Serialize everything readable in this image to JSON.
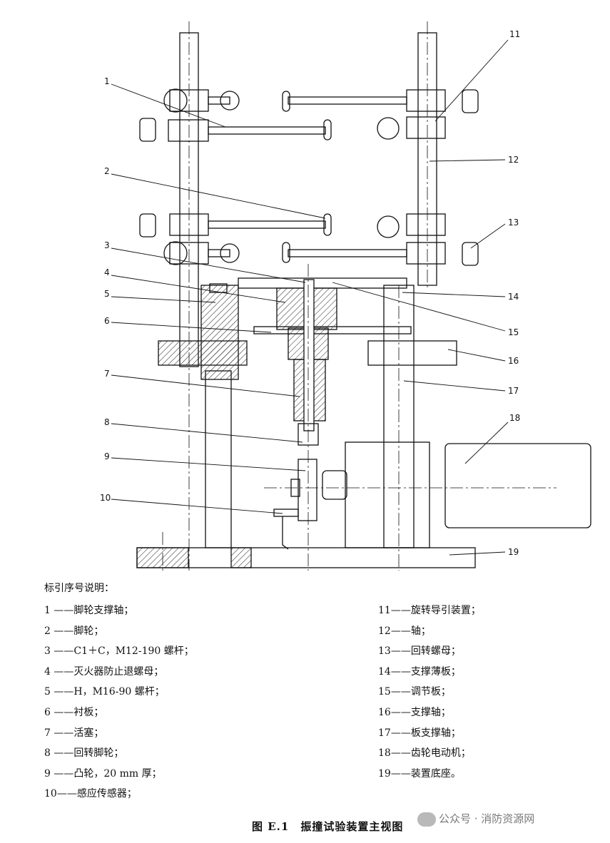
{
  "callouts": [
    {
      "num": "1"
    },
    {
      "num": "2"
    },
    {
      "num": "3"
    },
    {
      "num": "4"
    },
    {
      "num": "5"
    },
    {
      "num": "6"
    },
    {
      "num": "7"
    },
    {
      "num": "8"
    },
    {
      "num": "9"
    },
    {
      "num": "10"
    },
    {
      "num": "11"
    },
    {
      "num": "12"
    },
    {
      "num": "13"
    },
    {
      "num": "14"
    },
    {
      "num": "15"
    },
    {
      "num": "16"
    },
    {
      "num": "17"
    },
    {
      "num": "18"
    },
    {
      "num": "19"
    }
  ],
  "legend": {
    "title": "标引序号说明：",
    "items_left": [
      {
        "text": "1 ——脚轮支撑轴；"
      },
      {
        "text": "2 ——脚轮；"
      },
      {
        "text": "3 ——C1＋C，M12-190 螺杆；"
      },
      {
        "text": "4 ——灭火器防止退螺母；"
      },
      {
        "text": "5 ——H，M16-90 螺杆；"
      },
      {
        "text": "6 ——衬板；"
      },
      {
        "text": "7 ——活塞；"
      },
      {
        "text": "8 ——回转脚轮；"
      },
      {
        "text": "9 ——凸轮，20 mm 厚；"
      },
      {
        "text": "10——感应传感器；"
      }
    ],
    "items_right": [
      {
        "text": "11——旋转导引装置；"
      },
      {
        "text": "12——轴；"
      },
      {
        "text": "13——回转螺母；"
      },
      {
        "text": "14——支撑薄板；"
      },
      {
        "text": "15——调节板；"
      },
      {
        "text": "16——支撑轴；"
      },
      {
        "text": "17——板支撑轴；"
      },
      {
        "text": "18——齿轮电动机；"
      },
      {
        "text": "19——装置底座。"
      }
    ]
  },
  "caption": "图 E.1　振撞试验装置主视图",
  "watermark": "公众号 · 消防资源网"
}
